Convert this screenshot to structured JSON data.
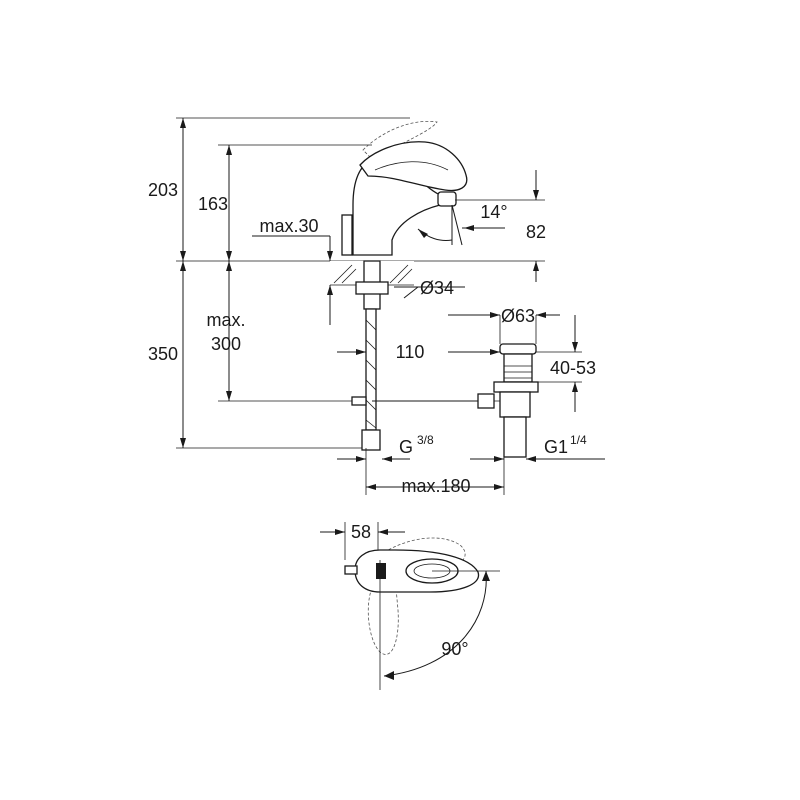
{
  "dimensions": {
    "overall_height": "203",
    "spout_height": "163",
    "max_panel": "max.30",
    "spout_angle": "14°",
    "spout_clearance": "82",
    "hole_diameter": "Ø34",
    "max_label": "max.",
    "max_300": "300",
    "height_350": "350",
    "reach_110": "110",
    "waste_diameter": "Ø63",
    "waste_range": "40-53",
    "g_thread": "G",
    "g_thread_frac": "3/8",
    "g_waste": "G1",
    "g_waste_frac": "1/4",
    "max_180": "max.180",
    "width_58": "58",
    "rotation": "90°"
  }
}
